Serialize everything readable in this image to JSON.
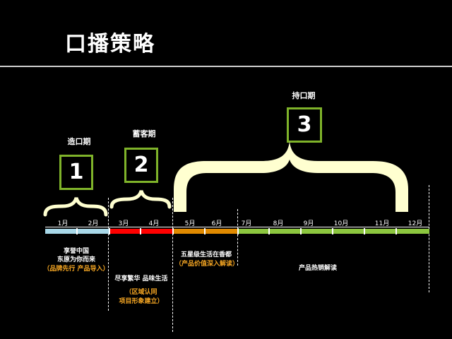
{
  "title": "口播策略",
  "phases": [
    {
      "label": "造口期",
      "number": "1"
    },
    {
      "label": "蓄客期",
      "number": "2"
    },
    {
      "label": "持口期",
      "number": "3"
    }
  ],
  "months": [
    "1月",
    "2月",
    "3月",
    "4月",
    "5月",
    "6月",
    "7月",
    "8月",
    "9月",
    "10月",
    "11月",
    "12月"
  ],
  "segment_colors": {
    "phase1": "#a8d8e8",
    "phase2": "#ff0000",
    "phase3a": "#e08a00",
    "phase3b": "#8cc63f",
    "brace": "#ffffd0",
    "box_border": "#7fb32a"
  },
  "descriptions": {
    "p1_line1": "享誉中国",
    "p1_line2": "东原为你而来",
    "p1_line3": "（品牌先行 产品导入）",
    "p2_line1": "尽享繁华 品味生活",
    "p2_line2": "（区域认同",
    "p2_line3": "项目形象建立）",
    "p3a_line1": "五星级生活在香都",
    "p3a_line2": "（产品价值深入解读）",
    "p3b_line1": "产品热销解读"
  }
}
